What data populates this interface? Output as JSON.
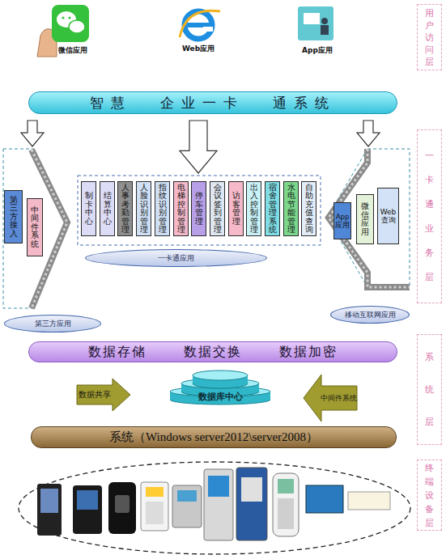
{
  "diagram": {
    "nodes": [
      {
        "text": [
          "用户访问层"
        ]
      },
      {
        "text": [
          "智慧 企业一卡 通系统"
        ]
      },
      {
        "text": [
          "一卡通业务层"
        ]
      },
      {
        "text": [
          "第三方应用"
        ]
      },
      {
        "text": [
          "第三方接入"
        ],
        "in": 3
      },
      {
        "text": [
          "中间件系统"
        ],
        "in": 3
      },
      {
        "text": [
          "一卡通应用"
        ]
      },
      {
        "text": [
          "制卡中心"
        ],
        "in": 6
      },
      {
        "text": [
          "结算中心"
        ],
        "in": 6
      },
      {
        "text": [
          "人事考勤管理"
        ],
        "in": 6
      },
      {
        "text": [
          "人脸识别管理"
        ],
        "in": 6
      },
      {
        "text": [
          "指纹识别管理"
        ],
        "in": 6
      },
      {
        "text": [
          "电梯控制管理"
        ],
        "in": 6
      },
      {
        "text": [
          "停车管理"
        ],
        "in": 6
      },
      {
        "text": [
          "会议签到管理"
        ],
        "in": 6
      },
      {
        "text": [
          "访客管理"
        ],
        "in": 6
      },
      {
        "text": [
          "出入控制管理"
        ],
        "in": 6
      },
      {
        "text": [
          "宿舍管理系统"
        ],
        "in": 6
      },
      {
        "text": [
          "水电节能管理"
        ],
        "in": 6
      },
      {
        "text": [
          "自助充值查询"
        ],
        "in": 6
      },
      {
        "text": [
          "移动互联网应用"
        ]
      },
      {
        "text": [
          "App应用"
        ],
        "in": 20
      },
      {
        "text": [
          "微信应用"
        ],
        "in": 20
      },
      {
        "text": [
          "Web查询"
        ],
        "in": 20
      },
      {
        "text": [
          "数据存储 数据交换 数据加密"
        ]
      },
      {
        "text": [
          "系统层"
        ]
      },
      {
        "text": [
          "数据共享"
        ]
      },
      {
        "text": [
          "数据库中心"
        ]
      },
      {
        "text": [
          "中间件系统"
        ]
      },
      {
        "text": [
          "系统（Windows server2012\\server2008）"
        ]
      },
      {
        "text": [
          "终端设备层"
        ]
      }
    ],
    "edges": [
      {
        "from": 1,
        "to": 3,
        "arrow": "to"
      },
      {
        "from": 1,
        "to": 6,
        "arrow": "to"
      },
      {
        "from": 1,
        "to": 20,
        "arrow": "to"
      }
    ],
    "labels": [
      "微信应用",
      "Web应用",
      "App应用"
    ]
  }
}
